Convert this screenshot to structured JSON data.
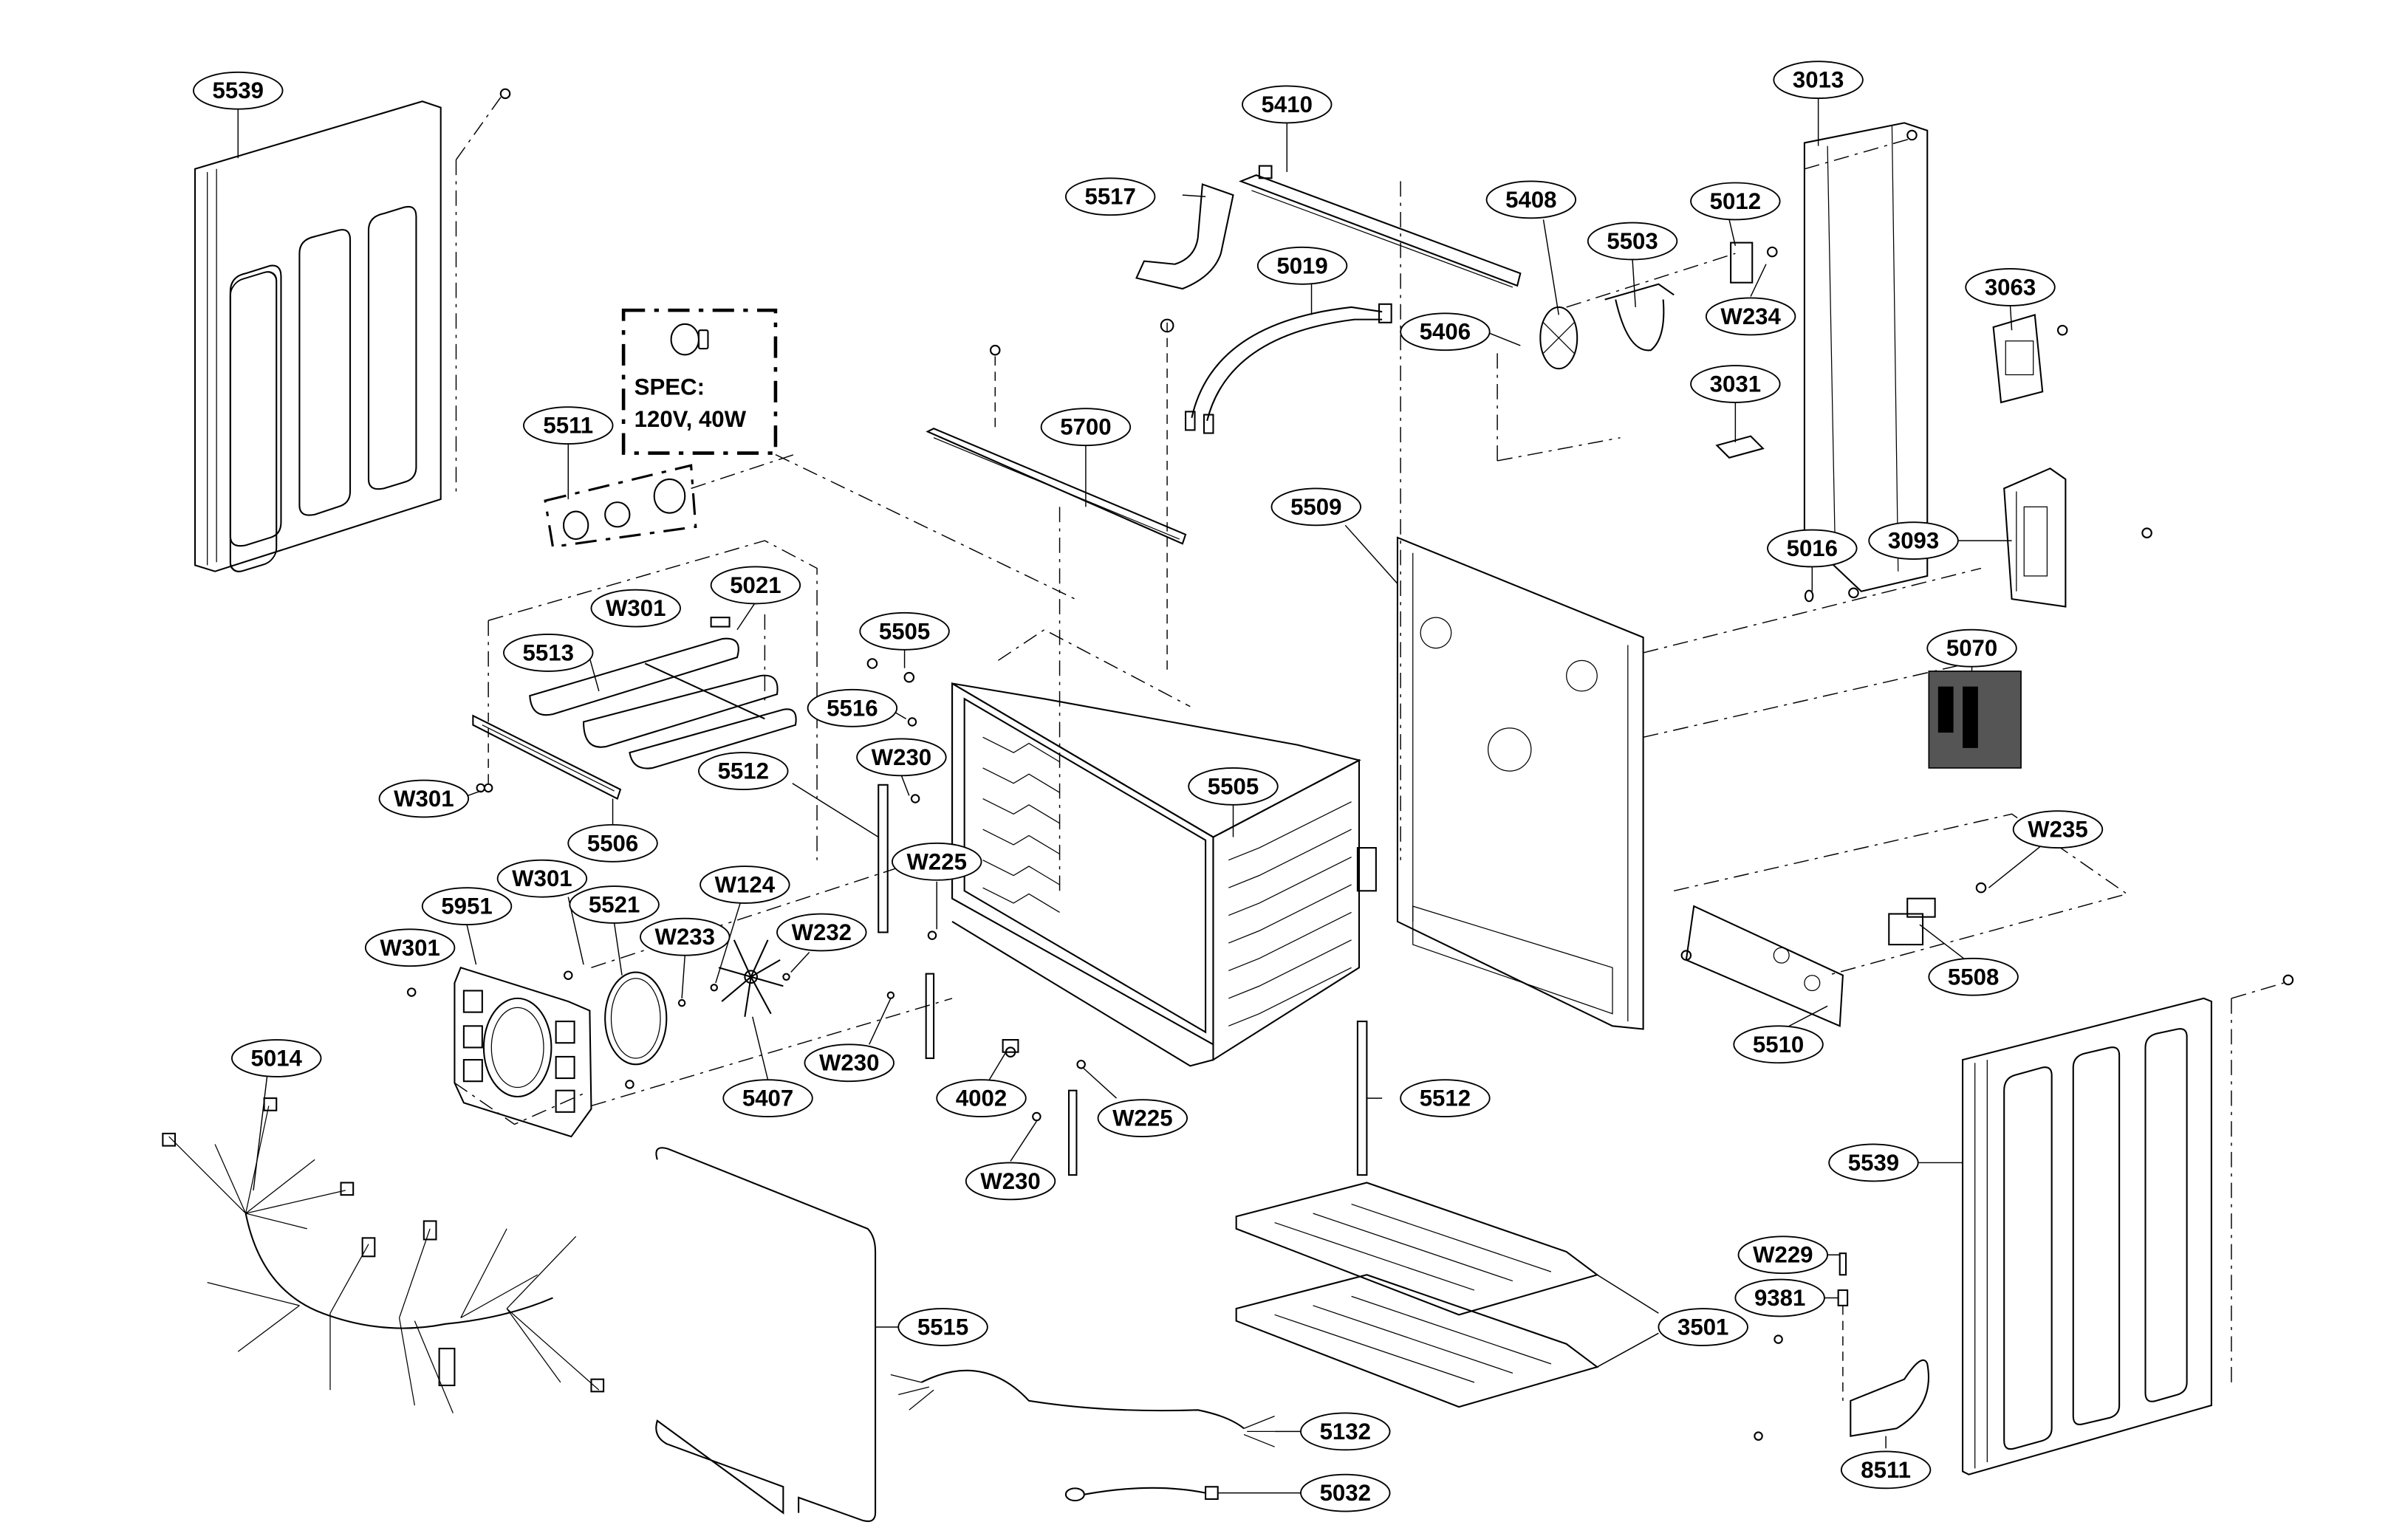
{
  "diagram": {
    "type": "exploded-parts-diagram",
    "subject": "wall oven body assembly",
    "spec_box": {
      "line1": "SPEC:",
      "line2": "120V, 40W",
      "icon": "light-bulb-icon"
    },
    "callouts": [
      {
        "id": "c-5539-top",
        "label": "5539"
      },
      {
        "id": "c-5511",
        "label": "5511"
      },
      {
        "id": "c-5517",
        "label": "5517"
      },
      {
        "id": "c-5410",
        "label": "5410"
      },
      {
        "id": "c-5019",
        "label": "5019"
      },
      {
        "id": "c-5408",
        "label": "5408"
      },
      {
        "id": "c-5503",
        "label": "5503"
      },
      {
        "id": "c-5012",
        "label": "5012"
      },
      {
        "id": "c-3013",
        "label": "3013"
      },
      {
        "id": "c-5406",
        "label": "5406"
      },
      {
        "id": "c-w234",
        "label": "W234"
      },
      {
        "id": "c-3063",
        "label": "3063"
      },
      {
        "id": "c-3031",
        "label": "3031"
      },
      {
        "id": "c-5700",
        "label": "5700"
      },
      {
        "id": "c-5509",
        "label": "5509"
      },
      {
        "id": "c-5016",
        "label": "5016"
      },
      {
        "id": "c-3093",
        "label": "3093"
      },
      {
        "id": "c-5070",
        "label": "5070"
      },
      {
        "id": "c-w301-a",
        "label": "W301"
      },
      {
        "id": "c-5021",
        "label": "5021"
      },
      {
        "id": "c-5513",
        "label": "5513"
      },
      {
        "id": "c-5505-a",
        "label": "5505"
      },
      {
        "id": "c-5516",
        "label": "5516"
      },
      {
        "id": "c-w230-a",
        "label": "W230"
      },
      {
        "id": "c-5512-a",
        "label": "5512"
      },
      {
        "id": "c-w301-b",
        "label": "W301"
      },
      {
        "id": "c-5506",
        "label": "5506"
      },
      {
        "id": "c-5505-b",
        "label": "5505"
      },
      {
        "id": "c-w225-a",
        "label": "W225"
      },
      {
        "id": "c-w301-c",
        "label": "W301"
      },
      {
        "id": "c-w124",
        "label": "W124"
      },
      {
        "id": "c-5951",
        "label": "5951"
      },
      {
        "id": "c-5521",
        "label": "5521"
      },
      {
        "id": "c-w233",
        "label": "W233"
      },
      {
        "id": "c-w232",
        "label": "W232"
      },
      {
        "id": "c-w301-d",
        "label": "W301"
      },
      {
        "id": "c-w235",
        "label": "W235"
      },
      {
        "id": "c-5508",
        "label": "5508"
      },
      {
        "id": "c-w230-b",
        "label": "W230"
      },
      {
        "id": "c-5407",
        "label": "5407"
      },
      {
        "id": "c-4002",
        "label": "4002"
      },
      {
        "id": "c-w225-b",
        "label": "W225"
      },
      {
        "id": "c-5510",
        "label": "5510"
      },
      {
        "id": "c-5014",
        "label": "5014"
      },
      {
        "id": "c-5512-b",
        "label": "5512"
      },
      {
        "id": "c-w230-c",
        "label": "W230"
      },
      {
        "id": "c-5539-bottom",
        "label": "5539"
      },
      {
        "id": "c-w229",
        "label": "W229"
      },
      {
        "id": "c-9381",
        "label": "9381"
      },
      {
        "id": "c-5515",
        "label": "5515"
      },
      {
        "id": "c-3501",
        "label": "3501"
      },
      {
        "id": "c-5132",
        "label": "5132"
      },
      {
        "id": "c-8511",
        "label": "8511"
      },
      {
        "id": "c-5032",
        "label": "5032"
      }
    ]
  }
}
